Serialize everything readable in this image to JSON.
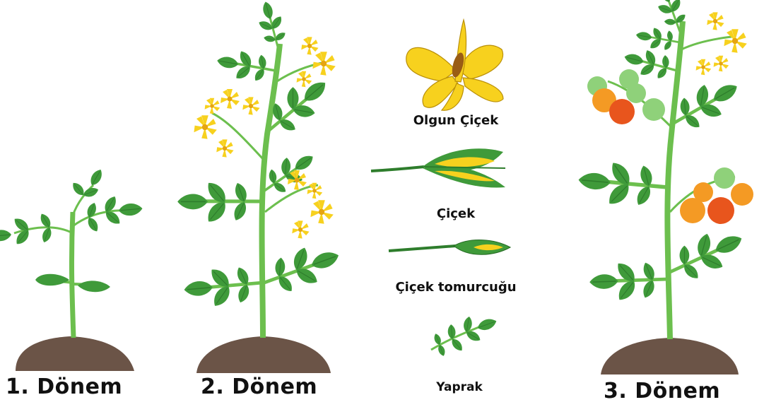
{
  "stages": {
    "stage1_label": "1. Dönem",
    "stage2_label": "2. Dönem",
    "stage3_label": "3. Dönem"
  },
  "parts": {
    "mature_flower_label": "Olgun Çiçek",
    "flower_label": "Çiçek",
    "flower_bud_label": "Çiçek tomurcuğu",
    "leaf_label": "Yaprak"
  },
  "colors": {
    "leaf": "#3f9a3a",
    "leaf_dark": "#2e7d2c",
    "stem": "#6cbf4e",
    "soil": "#6b5447",
    "flower_yellow": "#f7d11e",
    "tomato_red": "#e8551d",
    "tomato_orange": "#f49a24",
    "tomato_green": "#8fd17a"
  },
  "icons": [
    "seedling-illustration",
    "flowering-plant-illustration",
    "fruiting-plant-illustration",
    "mature-flower-illustration",
    "flower-illustration",
    "flower-bud-illustration",
    "leaf-illustration"
  ]
}
